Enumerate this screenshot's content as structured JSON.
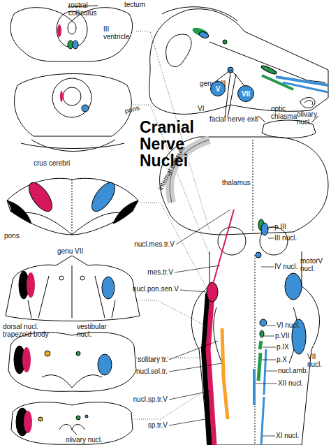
{
  "diagram": {
    "title": "Cranial Nerve Nuclei",
    "nodes": [
      {
        "text": [
          "V"
        ]
      },
      {
        "text": [
          "VII"
        ]
      }
    ],
    "labels": [
      "rostral colliculus",
      "tectum",
      "III ventricle",
      "genu VII",
      "VI",
      "facial nerve exit",
      "pons",
      "olivary nucl.",
      "crus cerebri",
      "pons",
      "genu VII",
      "dorsal nucl. trapezoid body",
      "vestibular nucl.",
      "olivary nucl.",
      "optic chiasma",
      "internal capsule",
      "thalamus",
      "p.III",
      "III nucl.",
      "nucl.mes.tr.V",
      "IV nucl.",
      "mes.tr.V",
      "motorV nucl.",
      "nucl.pon.sen.V",
      "VI nucl.",
      "p.VII",
      "VII nucl.",
      "p.IX",
      "p.X",
      "solitary tr.",
      "nucl.sol.tr.",
      "nucl.amb.",
      "XII nucl.",
      "nucl.sp.tr.V",
      "sp.tr.V",
      "XI nucl."
    ]
  }
}
